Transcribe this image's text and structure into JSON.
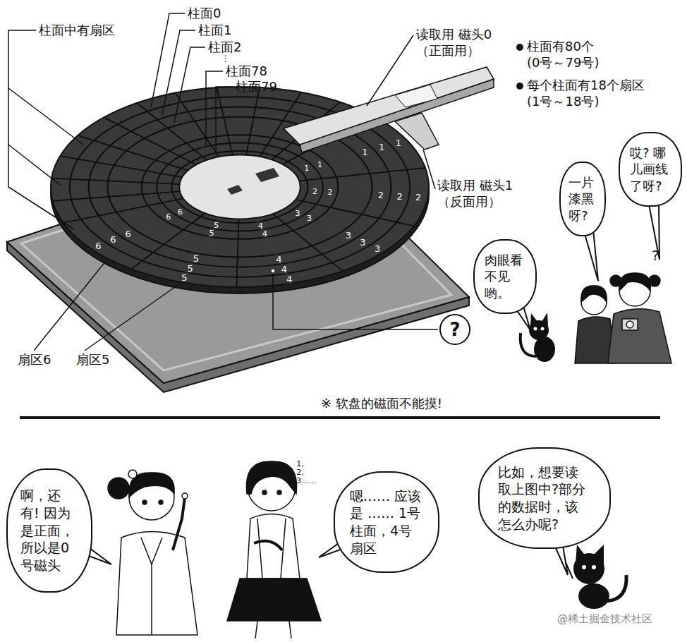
{
  "diagram": {
    "nodes": [
      {
        "text": [
          "哎? 哪儿画线了呀?"
        ]
      },
      {
        "text": [
          "一片漆黑呀?"
        ]
      },
      {
        "text": [
          "肉眼看不见哟。"
        ]
      },
      {
        "text": [
          "?"
        ]
      },
      {
        "text": [
          "啊，还有! 因为是正面，所以是0号磁头"
        ]
      },
      {
        "text": [
          "嗯…… 应该是 …… 1号柱面，4号扇区"
        ]
      },
      {
        "text": [
          "比如，想要读取上图中?部分的数据时，该怎么办呢?"
        ]
      }
    ],
    "labels": [
      "柱面中有扇区",
      "柱面0",
      "柱面1",
      "柱面2",
      "⋮",
      "柱面78",
      "柱面79",
      "读取用 磁头0（正面用）",
      "柱面有80个 (0号～79号)",
      "每个柱面有18个扇区 (1号～18号)",
      "读取用 磁头1（反面用）",
      "扇区6",
      "扇区5",
      "※ 软盘的磁面不能摸!",
      "1,2,3……",
      "@稀土掘金技术社区",
      "1",
      "1",
      "1",
      "1",
      "1",
      "2",
      "2",
      "2",
      "2",
      "2",
      "3",
      "3",
      "3",
      "3",
      "3",
      "4",
      "4",
      "4",
      "4",
      "4",
      "5",
      "5",
      "5",
      "5",
      "5",
      "6",
      "6",
      "6",
      "6",
      "6",
      "?"
    ]
  }
}
